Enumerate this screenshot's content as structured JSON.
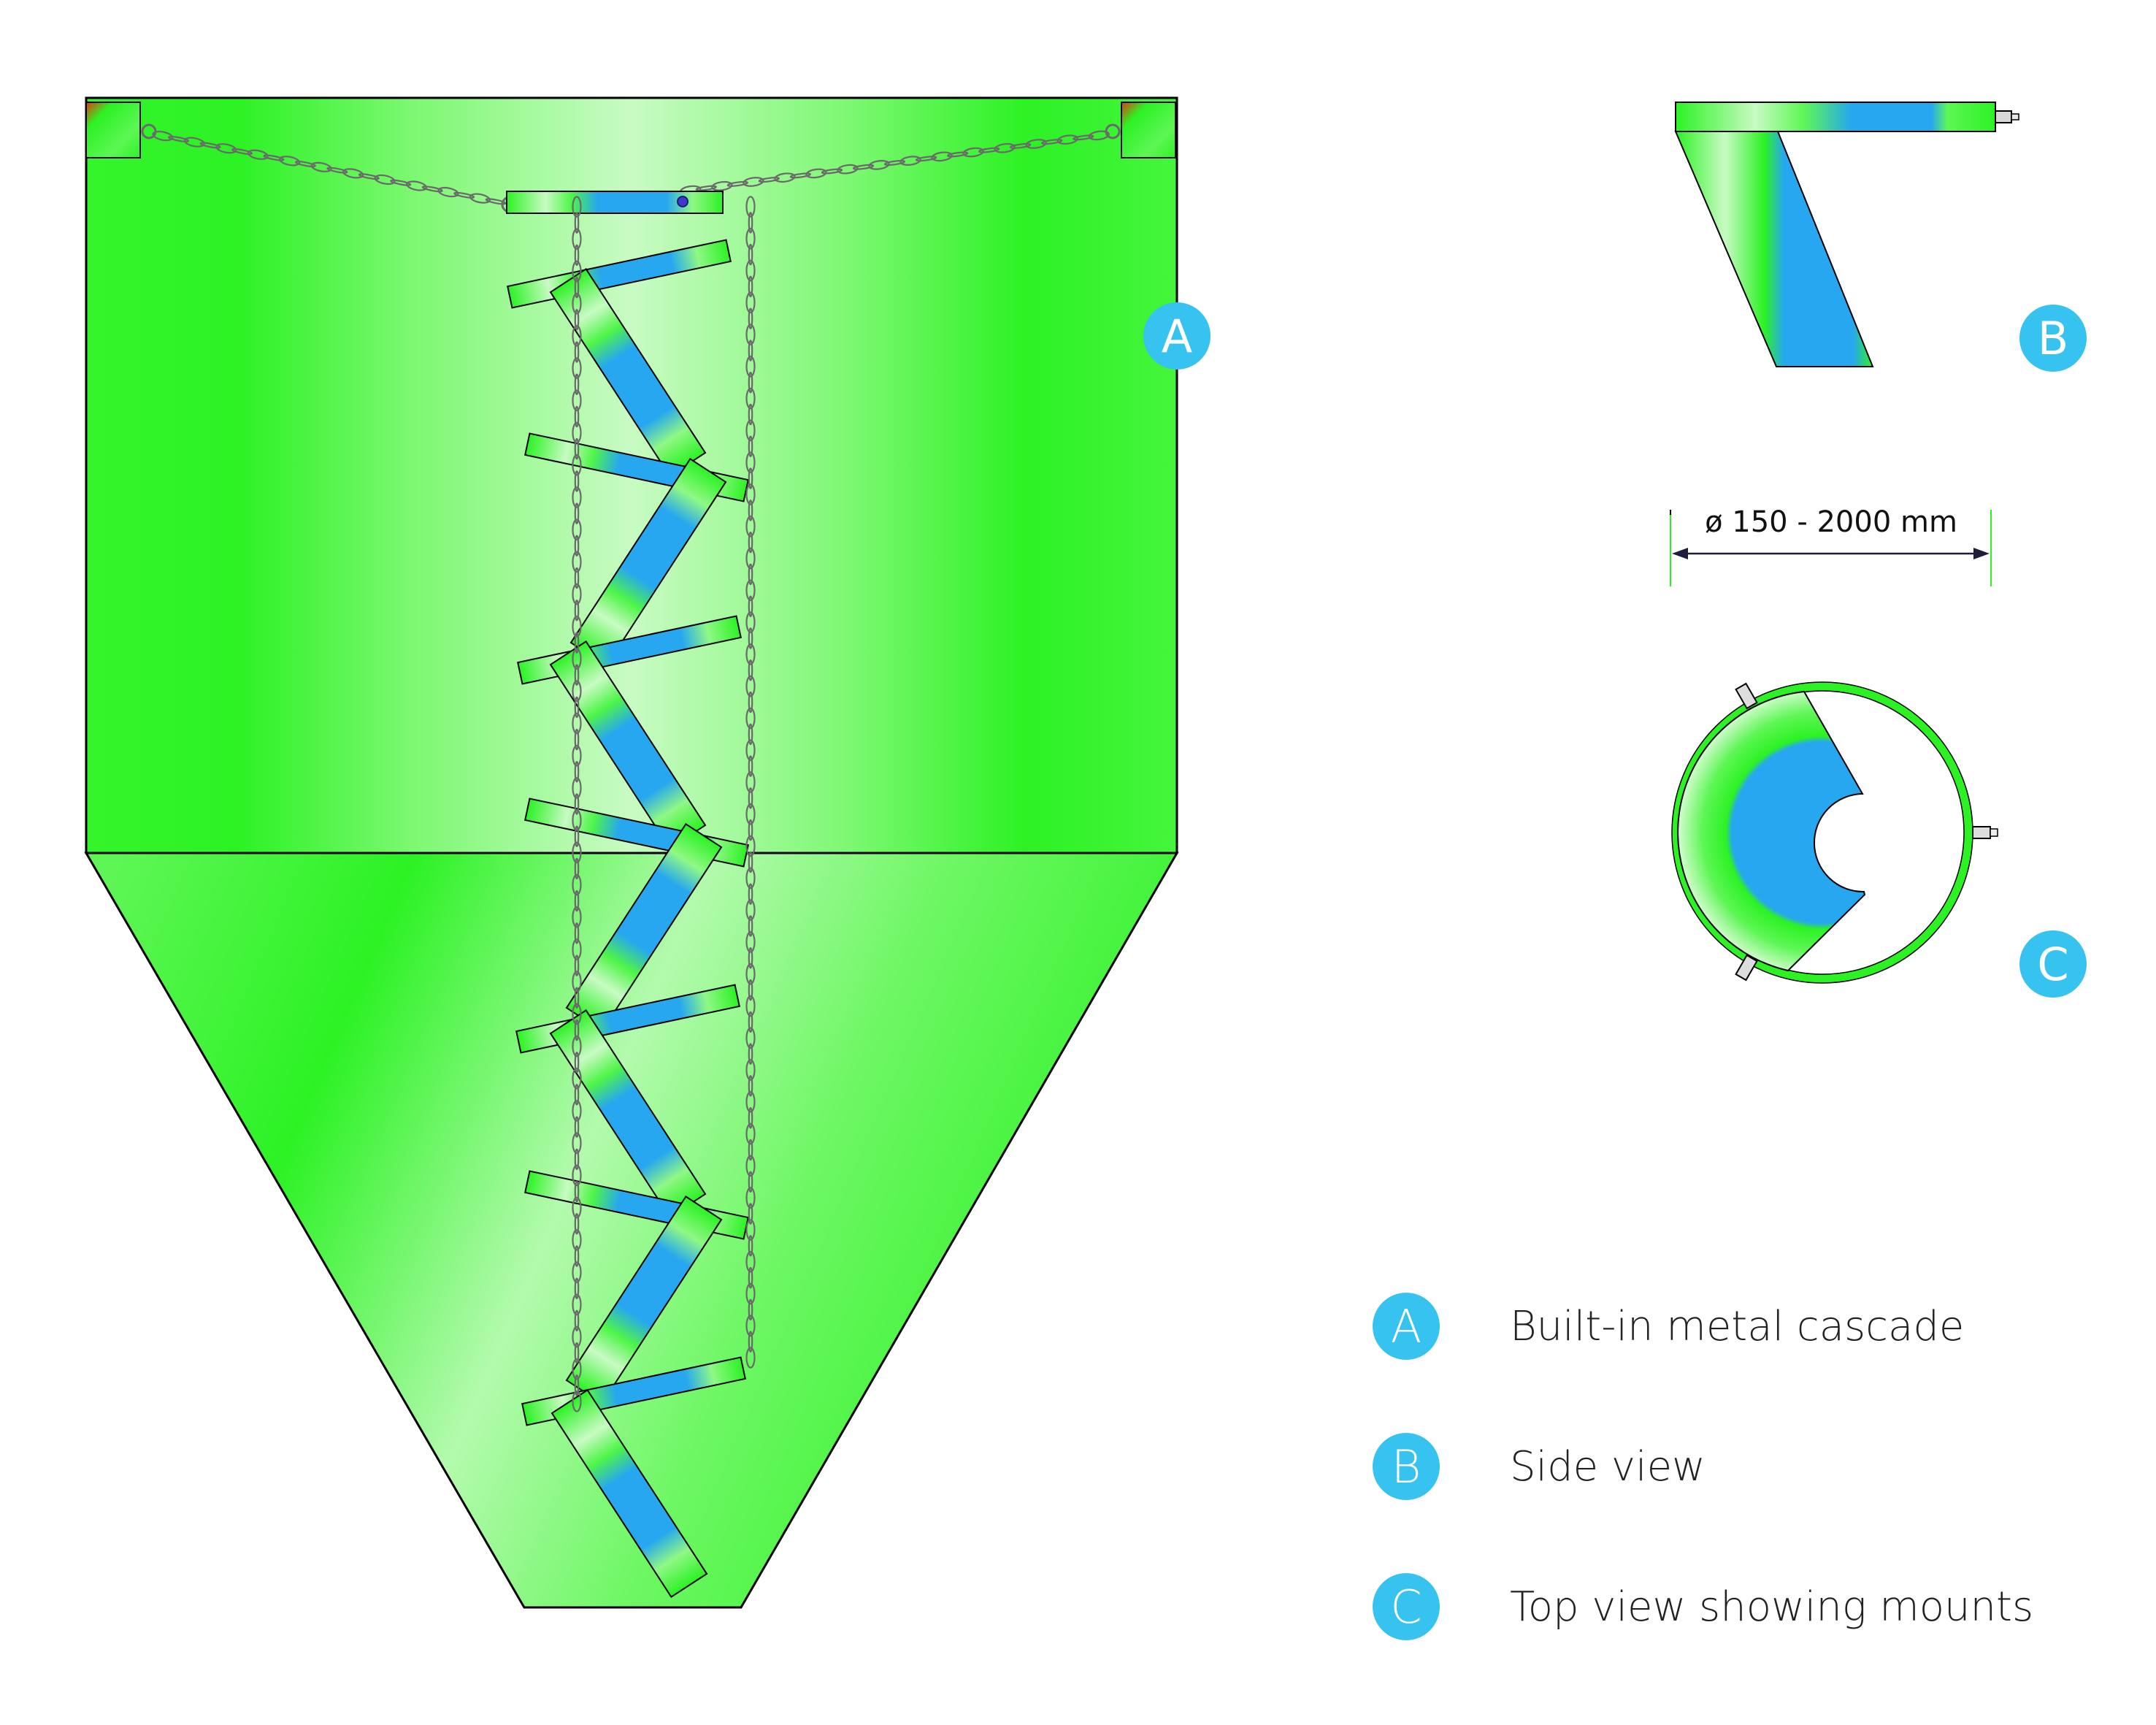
{
  "colors": {
    "green": "#2cf224",
    "green_light": "#c8fbc3",
    "blue": "#27a7ef",
    "badge": "#36c3f0",
    "chain": "#6a6a6a",
    "corner_red": "#e23a12"
  },
  "callouts": {
    "a": "A",
    "b": "B",
    "c": "C"
  },
  "dimension": {
    "label": "ø 150 - 2000 mm"
  },
  "legend": [
    {
      "badge": "A",
      "text": "Built-in metal cascade"
    },
    {
      "badge": "B",
      "text": "Side view"
    },
    {
      "badge": "C",
      "text": "Top view showing mounts"
    }
  ]
}
